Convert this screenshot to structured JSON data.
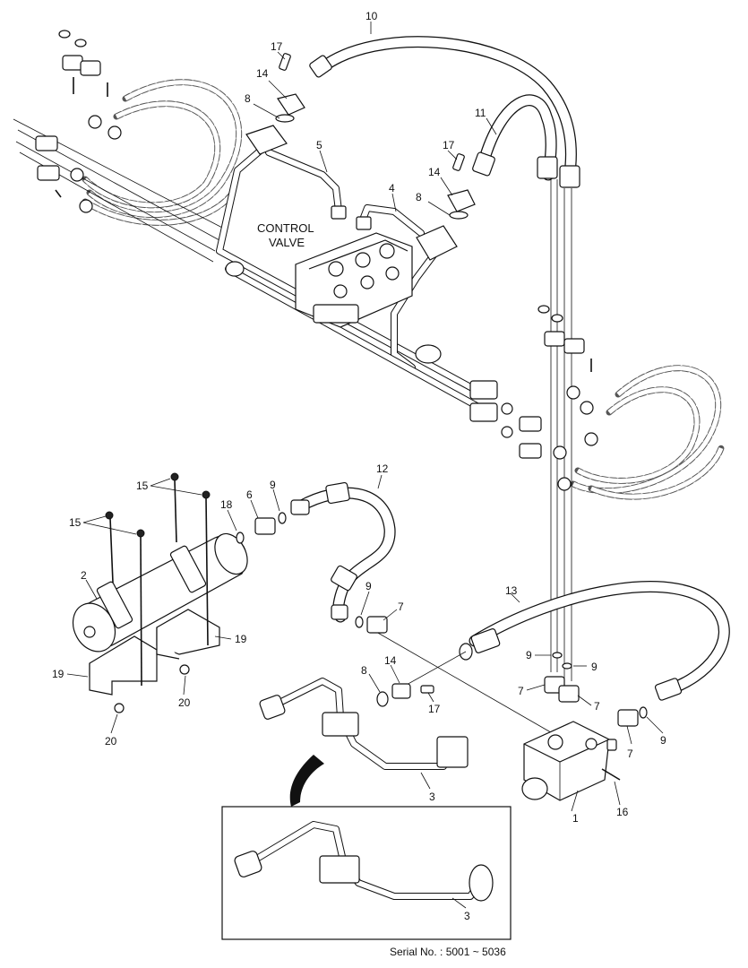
{
  "diagram": {
    "labels": {
      "control_valve_line1": "CONTROL",
      "control_valve_line2": "VALVE",
      "serial": "Serial No. : 5001 ~ 5036"
    },
    "part_numbers": {
      "n10": "10",
      "n17a": "17",
      "n14a": "14",
      "n8a": "8",
      "n5": "5",
      "n11": "11",
      "n17b": "17",
      "n14b": "14",
      "n8b": "8",
      "n4": "4",
      "n12": "12",
      "n15a": "15",
      "n15b": "15",
      "n18": "18",
      "n6": "6",
      "n9a": "9",
      "n2": "2",
      "n9b": "9",
      "n7a": "7",
      "n19a": "19",
      "n19b": "19",
      "n20a": "20",
      "n20b": "20",
      "n13": "13",
      "n9c": "9",
      "n9d": "9",
      "n7b": "7",
      "n7c": "7",
      "n8c": "8",
      "n14c": "14",
      "n17c": "17",
      "n7d": "7",
      "n9e": "9",
      "n3a": "3",
      "n1": "1",
      "n16": "16",
      "n3b": "3"
    }
  }
}
